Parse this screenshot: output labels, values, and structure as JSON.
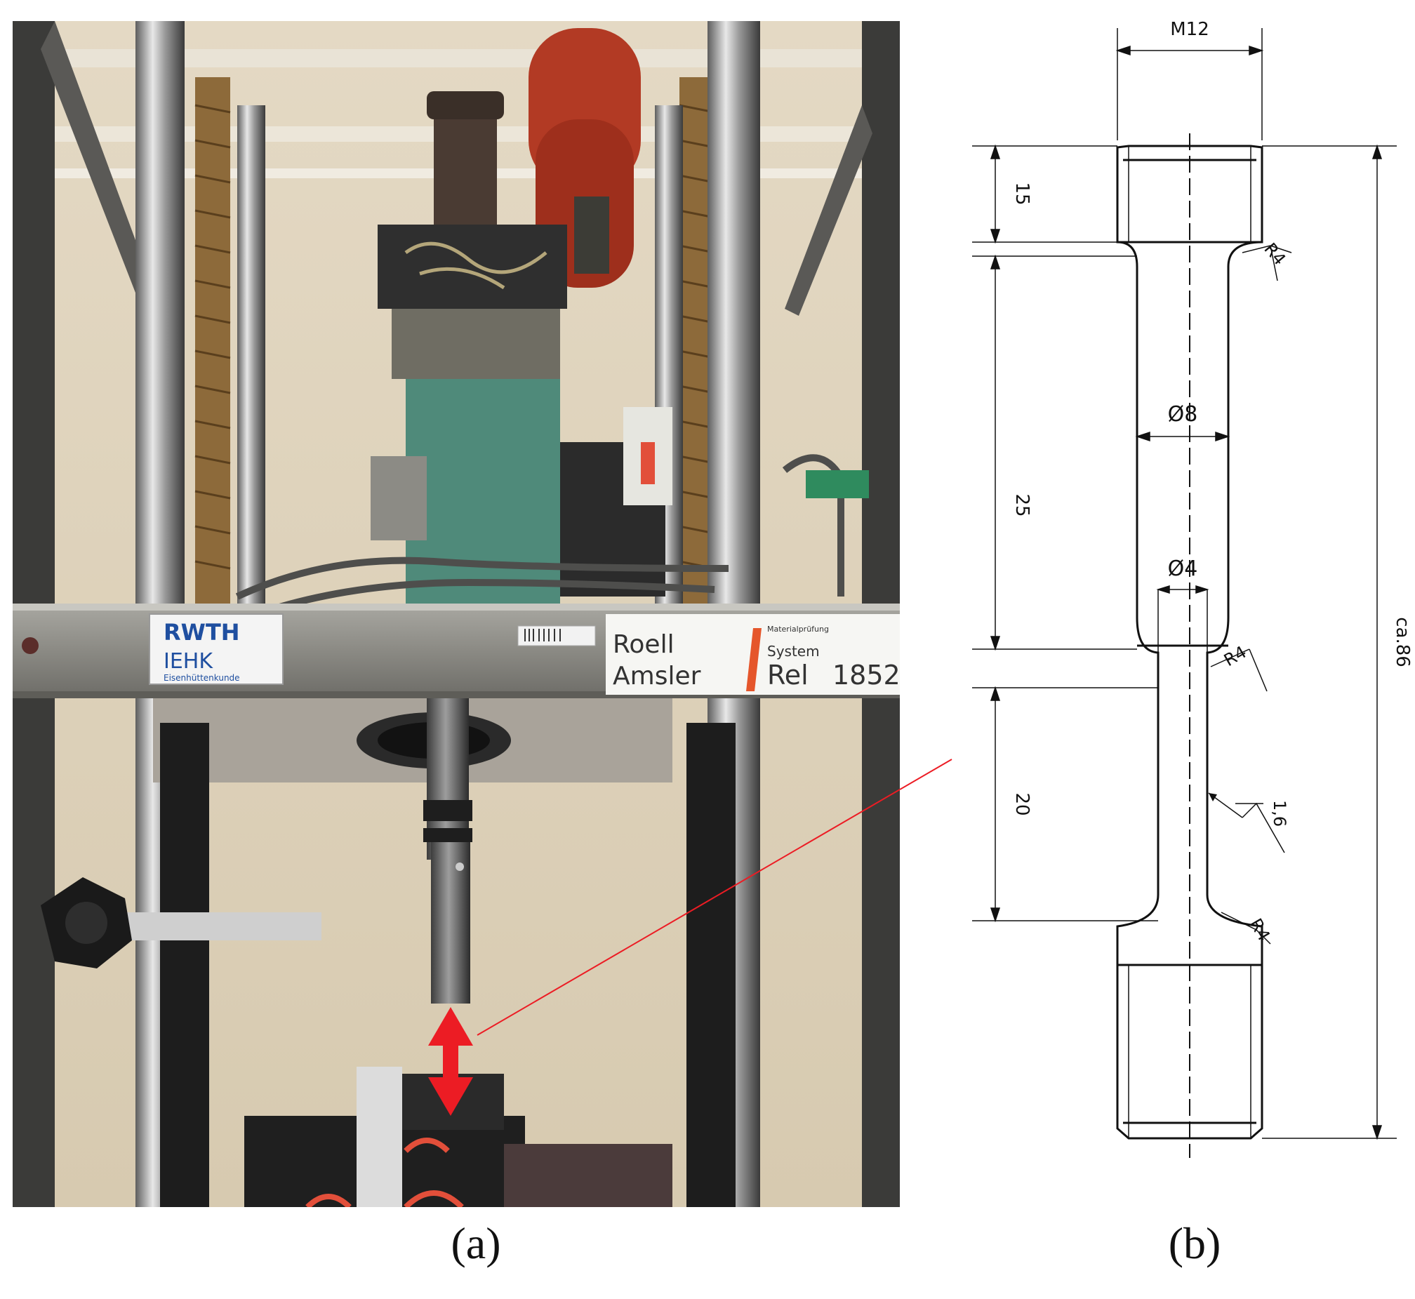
{
  "photo": {
    "sticker_university": "RWTH",
    "sticker_institute": "IEHK",
    "sticker_department": "Eisenhüttenkunde",
    "label_brand_line1": "Roell",
    "label_brand_line2": "Amsler",
    "label_small": "Materialprüfung",
    "label_system": "System",
    "label_model": "Rel",
    "label_number": "1852"
  },
  "drawing": {
    "thread": "M12",
    "dim_head": "15",
    "dim_upper_shaft": "25",
    "dim_gauge": "20",
    "dim_total": "ca.86",
    "dia_upper": "Ø8",
    "dia_gauge": "Ø4",
    "radius_1": "R4",
    "radius_2": "R4",
    "radius_3": "R4",
    "roughness": "1,6"
  },
  "captions": {
    "a": "(a)",
    "b": "(b)"
  },
  "colors": {
    "accent_red": "#e11d1d",
    "frame_grey": "#8a8a86",
    "wall": "#d9cdb6"
  }
}
